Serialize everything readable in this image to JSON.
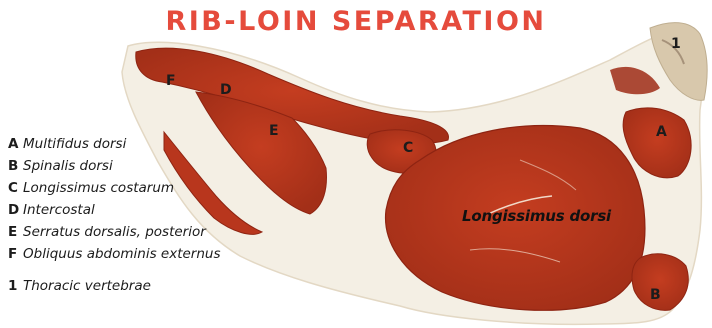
{
  "title": "RIB-LOIN SEPARATION",
  "photo": {
    "map_labels": [
      "F",
      "D",
      "E",
      "C",
      "A",
      "B",
      "1"
    ],
    "main_muscle_label": "Longissimus dorsi",
    "colors": {
      "meat": "#b8361d",
      "meat_dark": "#8e2412",
      "fat": "#f4efe4",
      "bone": "#d8c8ac"
    }
  },
  "legend": [
    {
      "key": "A",
      "text": "Multifidus dorsi"
    },
    {
      "key": "B",
      "text": "Spinalis dorsi"
    },
    {
      "key": "C",
      "text": "Longissimus costarum"
    },
    {
      "key": "D",
      "text": "Intercostal"
    },
    {
      "key": "E",
      "text": "Serratus dorsalis, posterior"
    },
    {
      "key": "F",
      "text": "Obliquus abdominis externus"
    },
    {
      "key": "1",
      "text": "Thoracic vertebrae"
    }
  ]
}
